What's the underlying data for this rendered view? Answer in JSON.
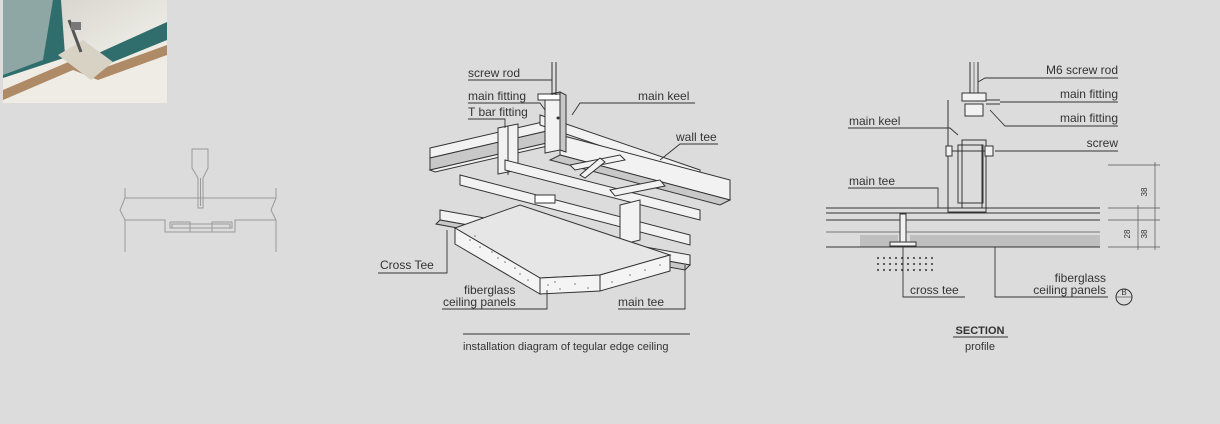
{
  "iso_labels": {
    "screw_rod": "screw rod",
    "main_fitting": "main fitting",
    "t_bar_fitting": "T bar fitting",
    "main_keel": "main keel",
    "wall_tee": "wall tee",
    "cross_tee": "Cross Tee",
    "fiberglass_line1": "fiberglass",
    "fiberglass_line2": "ceiling panels",
    "main_tee": "main tee"
  },
  "iso_caption": "installation  diagram of tegular edge ceiling",
  "section_labels": {
    "m6_screw_rod": "M6 screw rod",
    "main_fitting_1": "main fitting",
    "main_fitting_2": "main fitting",
    "main_keel": "main keel",
    "screw": "screw",
    "main_tee": "main tee",
    "cross_tee": "cross tee",
    "fiberglass_line1": "fiberglass",
    "fiberglass_line2": "ceiling panels"
  },
  "section_dimensions": [
    "38",
    "38",
    "28"
  ],
  "section_marker": "B",
  "section_title": "SECTION",
  "section_subtitle": "profile",
  "colors": {
    "background": "#dcdcdc",
    "line": "#333333",
    "profile_line": "#9a9a9a"
  }
}
